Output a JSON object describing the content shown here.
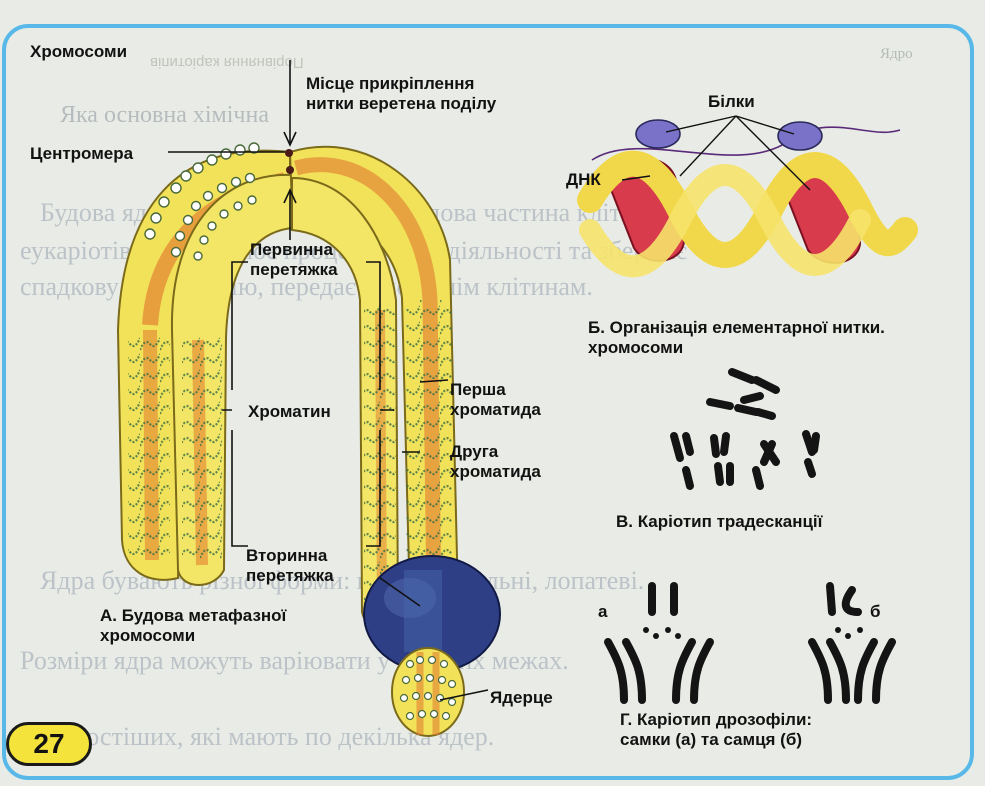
{
  "page_number": "27",
  "colors": {
    "frame": "#58b8e8",
    "chromatid_yellow": "#f2e25a",
    "chromatid_orange": "#e07a2e",
    "nucleus_blue": "#2f3f86",
    "dna_red": "#d83c4c",
    "protein_violet": "#7a72c8"
  },
  "labels": {
    "chromosomes": "Хромосоми",
    "spindle_attachment": "Місце прикріплення\nнитки веретена поділу",
    "centromere": "Центромера",
    "primary_constriction": "Первинна\nперетяжка",
    "chromatin": "Хроматин",
    "first_chromatid": "Перша\nхроматида",
    "second_chromatid": "Друга\nхроматида",
    "secondary_constriction": "Вторинна\nперетяжка",
    "nucleolus": "Ядерце",
    "proteins": "Білки",
    "dna": "ДНК"
  },
  "captions": {
    "a": "А. Будова метафазної\nхромосоми",
    "b": "Б. Організація елементарної нитки.\nхромосоми",
    "v": "В. Каріотип традесканції",
    "g": "Г. Каріотип дрозофіли:\nсамки (а) та самця (б)"
  },
  "drosophila": {
    "female_mark": "а",
    "male_mark": "б"
  },
  "background_text": [
    "Ядро",
    "Порівняння каріотипів",
    "Яка основна хімічна",
    "Будова ядер. Ядро — важлива складова частина клітини",
    "еукаріотів, яка регулює процеси життєдіяльності та зберігає",
    "спадкову інформацію, передає її дочірнім клітинам.",
    "Ядра бувають різної форми: кулясті, овальні, лопатеві.",
    "Розміри ядра можуть варіювати у значних межах.",
    "найпростіших, які мають по декілька ядер."
  ]
}
